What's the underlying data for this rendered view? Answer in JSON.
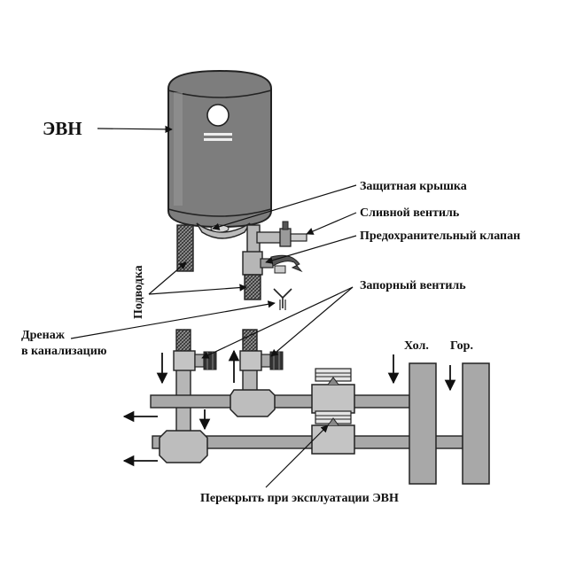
{
  "labels": {
    "evn": "ЭВН",
    "protective_cover": "Защитная крышка",
    "drain_valve": "Сливной вентиль",
    "safety_valve": "Предохранительный клапан",
    "shutoff_valve": "Запорный вентиль",
    "supply": "Подводка",
    "drain_line1": "Дренаж",
    "drain_line2": "в канализацию",
    "cold": "Хол.",
    "hot": "Гор.",
    "close_note": "Перекрыть при эксплуатации ЭВН"
  },
  "colors": {
    "tank": "#7d7d7d",
    "pipe": "#a8a8a8",
    "riser": "#b6b6b6",
    "outline": "#222222",
    "text": "#111111"
  }
}
